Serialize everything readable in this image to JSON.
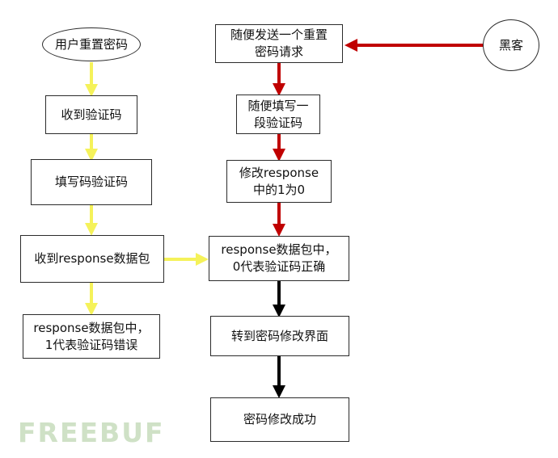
{
  "diagram": {
    "nodes": {
      "user_reset": "用户重置密码",
      "receive_code": "收到验证码",
      "fill_code": "填写码验证码",
      "receive_response": "收到response数据包",
      "response_error": "response数据包中，\n1代表验证码错误",
      "random_request": "随便发送一个重置\n密码请求",
      "hacker": "黑客",
      "random_fill": "随便填写一\n段验证码",
      "modify_response": "修改response\n中的1为0",
      "response_correct": "response数据包中，\n0代表验证码正确",
      "goto_modify": "转到密码修改界面",
      "modify_success": "密码修改成功"
    },
    "watermark": "FREEBUF",
    "colors": {
      "user_flow": "#f5f25a",
      "hacker_flow": "#c00000",
      "result_flow": "#000000",
      "border": "#2b2b2b"
    }
  }
}
